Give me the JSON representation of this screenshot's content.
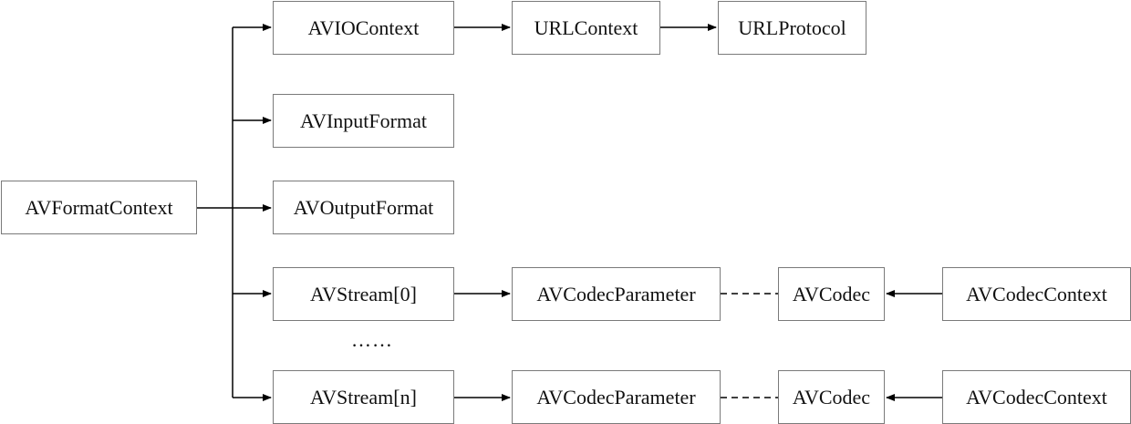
{
  "nodes": {
    "avformatcontext": "AVFormatContext",
    "aviocontext": "AVIOContext",
    "urlcontext": "URLContext",
    "urlprotocol": "URLProtocol",
    "avinputformat": "AVInputFormat",
    "avoutputformat": "AVOutputFormat",
    "avstream_0": "AVStream[0]",
    "avcodecparameter_0": "AVCodecParameter",
    "avcodec_0": "AVCodec",
    "avcodeccontext_0": "AVCodecContext",
    "avstream_n": "AVStream[n]",
    "avcodecparameter_n": "AVCodecParameter",
    "avcodec_n": "AVCodec",
    "avcodeccontext_n": "AVCodecContext"
  },
  "ellipsis": "……",
  "colors": {
    "line": "#000000",
    "box_border": "#7a7a7a",
    "text": "#111111"
  }
}
